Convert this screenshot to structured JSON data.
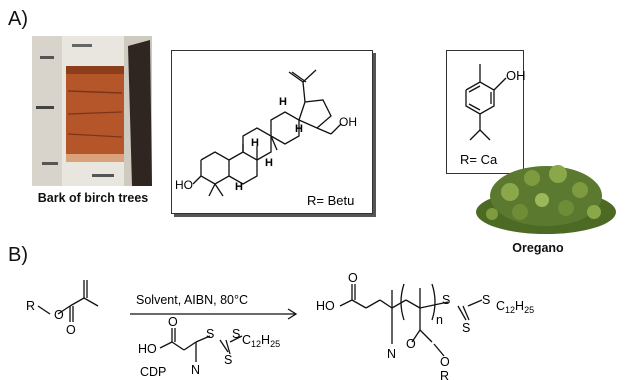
{
  "panels": {
    "a_label": "A)",
    "b_label": "B)"
  },
  "betulin": {
    "caption_left": "Bark of birch trees",
    "box_label": "R= Betu",
    "oh_top": "OH",
    "ho_bottom": "HO",
    "h1": "H",
    "h2": "H",
    "h3": "H",
    "h4": "H",
    "h5": "H"
  },
  "carvacrol": {
    "box_label": "R= Ca",
    "oh": "OH",
    "caption": "Oregano"
  },
  "scheme": {
    "monomer_o1": "O",
    "monomer_o2": "O",
    "monomer_r": "R",
    "conditions": "Solvent, AIBN, 80°C",
    "cdp_ho": "HO",
    "cdp_o": "O",
    "cdp_n": "N",
    "cdp_s1": "S",
    "cdp_s2": "S",
    "cdp_s3": "S",
    "cdp_c12": "C",
    "cdp_12": "12",
    "cdp_h": "H",
    "cdp_25": "25",
    "cdp_name": "CDP",
    "prod_ho": "HO",
    "prod_o1": "O",
    "prod_n": "N",
    "prod_n_sub": "n",
    "prod_s1": "S",
    "prod_s2": "S",
    "prod_s3": "S",
    "prod_c": "C",
    "prod_12": "12",
    "prod_h": "H",
    "prod_25": "25",
    "prod_o2": "O",
    "prod_o3": "O",
    "prod_r": "R"
  },
  "colors": {
    "bark_white": "#e9e6df",
    "bark_orange": "#b5552a",
    "bark_dark": "#3a2e28",
    "oregano_green": "#5c7a2f",
    "oregano_light": "#8aa84a"
  }
}
